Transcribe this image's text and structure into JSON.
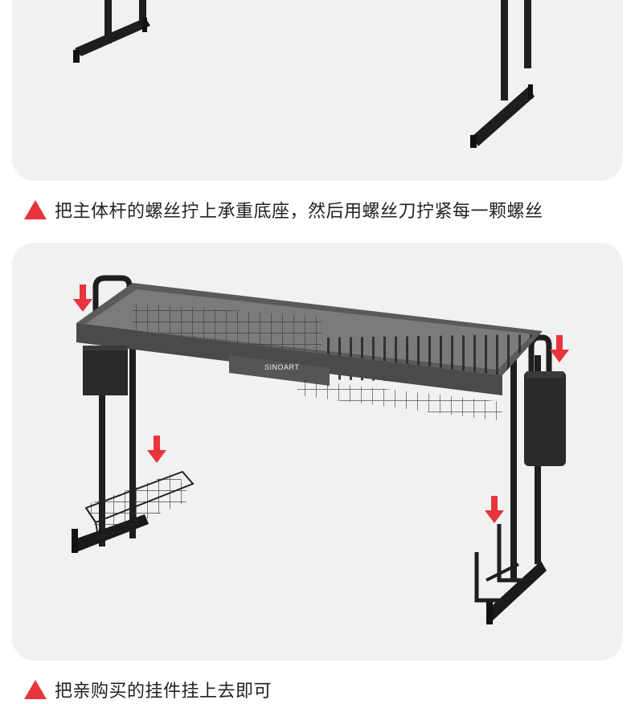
{
  "brand": {
    "logo": "SINOART"
  },
  "steps": [
    {
      "text": "把主体杆的螺丝拧上承重底座，然后用螺丝刀拧紧每一颗螺丝",
      "icon": "warning-triangle-icon"
    },
    {
      "text": "把亲购买的挂件挂上去即可",
      "icon": "warning-triangle-icon"
    }
  ],
  "colors": {
    "accent": "#e8343c",
    "panel": "#f1f1f1",
    "rack": "#1e1e1e"
  }
}
